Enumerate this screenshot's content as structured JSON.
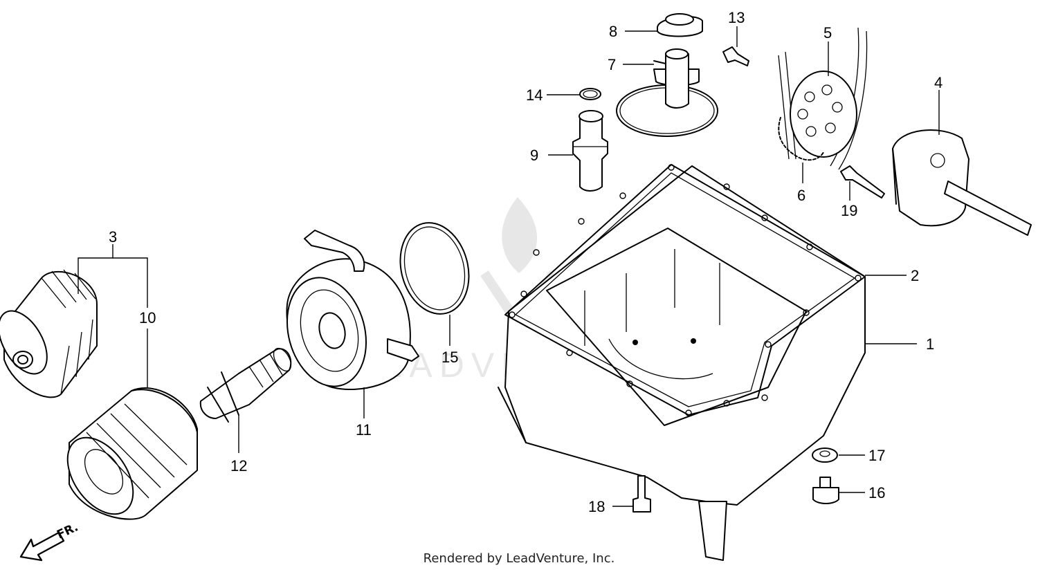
{
  "diagram": {
    "callouts": [
      {
        "id": "1",
        "text": "1"
      },
      {
        "id": "2",
        "text": "2"
      },
      {
        "id": "3",
        "text": "3"
      },
      {
        "id": "4",
        "text": "4"
      },
      {
        "id": "5",
        "text": "5"
      },
      {
        "id": "6",
        "text": "6"
      },
      {
        "id": "7",
        "text": "7"
      },
      {
        "id": "8",
        "text": "8"
      },
      {
        "id": "9",
        "text": "9"
      },
      {
        "id": "10",
        "text": "10"
      },
      {
        "id": "11",
        "text": "11"
      },
      {
        "id": "12",
        "text": "12"
      },
      {
        "id": "13",
        "text": "13"
      },
      {
        "id": "14",
        "text": "14"
      },
      {
        "id": "15",
        "text": "15"
      },
      {
        "id": "16",
        "text": "16"
      },
      {
        "id": "17",
        "text": "17"
      },
      {
        "id": "18",
        "text": "18"
      },
      {
        "id": "19",
        "text": "19"
      }
    ],
    "direction_label": "FR.",
    "footer": "Rendered by LeadVenture, Inc.",
    "watermark_text": "LEADVENTURE"
  }
}
